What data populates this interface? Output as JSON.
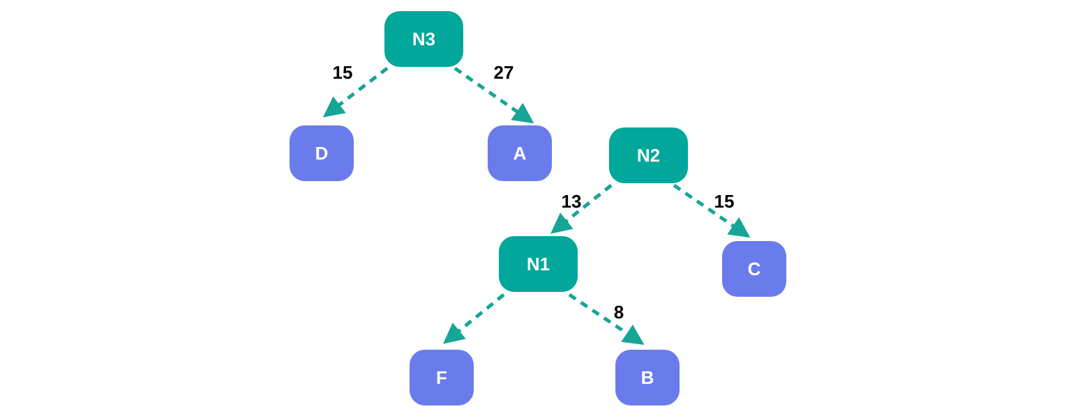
{
  "colors": {
    "internal_node": "#00A79A",
    "leaf_node": "#6A7CEC",
    "edge": "#16A596",
    "node_text": "#FFFFFF",
    "label_text": "#000000"
  },
  "nodes": [
    {
      "id": "N3",
      "label": "N3",
      "kind": "internal"
    },
    {
      "id": "D",
      "label": "D",
      "kind": "leaf"
    },
    {
      "id": "A",
      "label": "A",
      "kind": "leaf"
    },
    {
      "id": "N2",
      "label": "N2",
      "kind": "internal"
    },
    {
      "id": "N1",
      "label": "N1",
      "kind": "internal"
    },
    {
      "id": "C",
      "label": "C",
      "kind": "leaf"
    },
    {
      "id": "F",
      "label": "F",
      "kind": "leaf"
    },
    {
      "id": "B",
      "label": "B",
      "kind": "leaf"
    }
  ],
  "edges": [
    {
      "from": "N3",
      "to": "D",
      "label": "15"
    },
    {
      "from": "N3",
      "to": "A",
      "label": "27"
    },
    {
      "from": "N2",
      "to": "N1",
      "label": "13"
    },
    {
      "from": "N2",
      "to": "C",
      "label": "15"
    },
    {
      "from": "N1",
      "to": "F",
      "label": ""
    },
    {
      "from": "N1",
      "to": "B",
      "label": "8"
    }
  ]
}
